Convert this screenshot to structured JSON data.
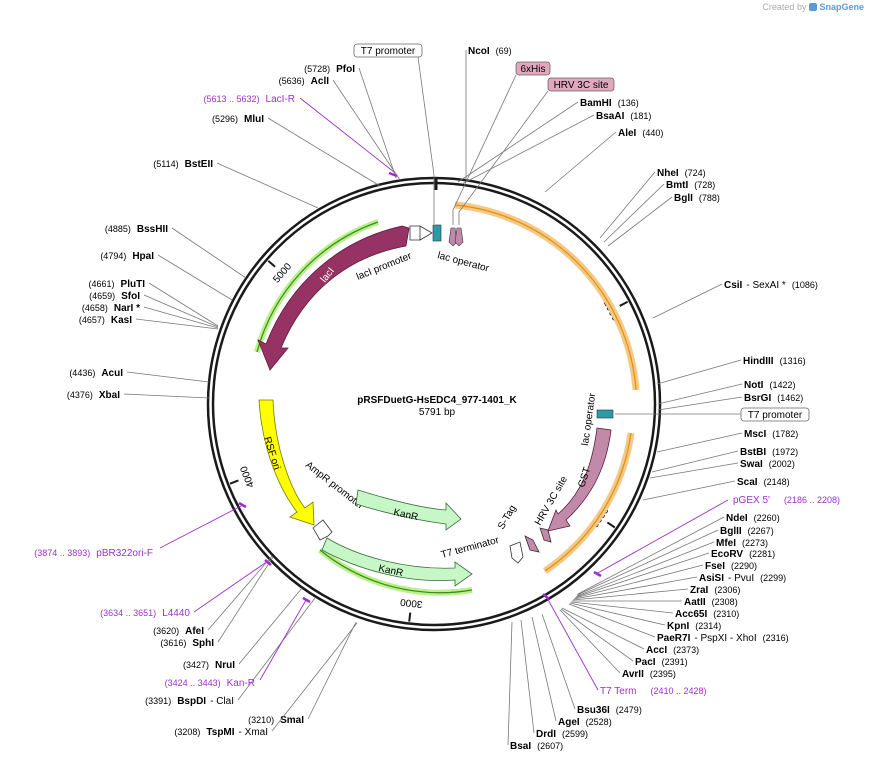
{
  "credit": {
    "prefix": "Created by",
    "brand": "SnapGene",
    "icon": "snapgene-logo-icon"
  },
  "plasmid": {
    "name": "pRSFDuetG-HsEDC4_977-1401_K",
    "length_label": "5791 bp",
    "total_bp": 5791
  },
  "ticks": [
    {
      "bp": 1000,
      "label": "1000"
    },
    {
      "bp": 2000,
      "label": "2000"
    },
    {
      "bp": 3000,
      "label": "3000"
    },
    {
      "bp": 4000,
      "label": "4000"
    },
    {
      "bp": 5000,
      "label": "5000"
    }
  ],
  "colors": {
    "lacI": "#963264",
    "GST": "#c08aa8",
    "KanR": "#c7f7c7",
    "AmpR_promoter": "#ffffff",
    "RSF_ori": "#ffff00",
    "highlight_orange": "#f3c98a",
    "highlight_green": "#7ed957",
    "primer": "#9b30c9",
    "backbone": "#1a1a1a"
  },
  "features": [
    {
      "id": "lacI",
      "label": "lacI"
    },
    {
      "id": "lacI_promoter",
      "label": "lacI promoter"
    },
    {
      "id": "lac_operator_1",
      "label": "lac operator"
    },
    {
      "id": "RSF_ori",
      "label": "RSF ori"
    },
    {
      "id": "AmpR_promoter",
      "label": "AmpR promoter"
    },
    {
      "id": "KanR_1",
      "label": "KanR"
    },
    {
      "id": "KanR_2",
      "label": "KanR"
    },
    {
      "id": "T7_terminator",
      "label": "T7 terminator"
    },
    {
      "id": "S_Tag",
      "label": "S-Tag"
    },
    {
      "id": "HRV_3C_site",
      "label": "HRV 3C site"
    },
    {
      "id": "GST",
      "label": "GST"
    },
    {
      "id": "lac_operator_2",
      "label": "lac operator"
    }
  ],
  "boxed_labels": {
    "T7_promoter_top": "T7 promoter",
    "sixxHis": "6xHis",
    "HRV_3C_site": "HRV 3C site",
    "T7_promoter_right": "T7 promoter"
  },
  "sites_right": [
    {
      "name": "NcoI",
      "pos": "(69)"
    },
    {
      "name": "BamHI",
      "pos": "(136)"
    },
    {
      "name": "BsaAI",
      "pos": "(181)"
    },
    {
      "name": "AleI",
      "pos": "(440)"
    },
    {
      "name": "NheI",
      "pos": "(724)"
    },
    {
      "name": "BmtI",
      "pos": "(728)"
    },
    {
      "name": "BglI",
      "pos": "(788)"
    },
    {
      "name": "CsiI",
      "extra": "-  SexAI *",
      "pos": "(1086)"
    },
    {
      "name": "HindIII",
      "pos": "(1316)"
    },
    {
      "name": "NotI",
      "pos": "(1422)"
    },
    {
      "name": "BsrGI",
      "pos": "(1462)"
    },
    {
      "name": "MscI",
      "pos": "(1782)"
    },
    {
      "name": "BstBI",
      "pos": "(1972)"
    },
    {
      "name": "SwaI",
      "pos": "(2002)"
    },
    {
      "name": "ScaI",
      "pos": "(2148)"
    },
    {
      "name": "NdeI",
      "pos": "(2260)"
    },
    {
      "name": "BglII",
      "pos": "(2267)"
    },
    {
      "name": "MfeI",
      "pos": "(2273)"
    },
    {
      "name": "EcoRV",
      "pos": "(2281)"
    },
    {
      "name": "FseI",
      "pos": "(2290)"
    },
    {
      "name": "AsiSI",
      "extra": "-  PvuI",
      "pos": "(2299)"
    },
    {
      "name": "ZraI",
      "pos": "(2306)"
    },
    {
      "name": "AatII",
      "pos": "(2308)"
    },
    {
      "name": "Acc65I",
      "pos": "(2310)"
    },
    {
      "name": "KpnI",
      "pos": "(2314)"
    },
    {
      "name": "PaeR7I",
      "extra": "-  PspXI  -  XhoI",
      "pos": "(2316)"
    },
    {
      "name": "AccI",
      "pos": "(2373)"
    },
    {
      "name": "PacI",
      "pos": "(2391)"
    },
    {
      "name": "AvrII",
      "pos": "(2395)"
    },
    {
      "name": "Bsu36I",
      "pos": "(2479)"
    },
    {
      "name": "AgeI",
      "pos": "(2528)"
    },
    {
      "name": "DrdI",
      "pos": "(2599)"
    },
    {
      "name": "BsaI",
      "pos": "(2607)"
    }
  ],
  "sites_left": [
    {
      "name": "PfoI",
      "pos": "(5728)"
    },
    {
      "name": "AclI",
      "pos": "(5636)"
    },
    {
      "name": "MluI",
      "pos": "(5296)"
    },
    {
      "name": "BstEII",
      "pos": "(5114)"
    },
    {
      "name": "BssHII",
      "pos": "(4885)"
    },
    {
      "name": "HpaI",
      "pos": "(4794)"
    },
    {
      "name": "PluTI",
      "pos": "(4661)"
    },
    {
      "name": "SfoI",
      "pos": "(4659)"
    },
    {
      "name": "NarI *",
      "pos": "(4658)"
    },
    {
      "name": "KasI",
      "pos": "(4657)"
    },
    {
      "name": "AcuI",
      "pos": "(4436)"
    },
    {
      "name": "XbaI",
      "pos": "(4376)"
    },
    {
      "name": "AfeI",
      "pos": "(3620)"
    },
    {
      "name": "SphI",
      "pos": "(3616)"
    },
    {
      "name": "NruI",
      "pos": "(3427)"
    },
    {
      "name": "BspDI",
      "extra": "-  ClaI",
      "pos": "(3391)"
    },
    {
      "name": "SmaI",
      "pos": "(3210)"
    },
    {
      "name": "TspMI",
      "extra": "-  XmaI",
      "pos": "(3208)"
    }
  ],
  "primers": [
    {
      "name": "LacI-R",
      "range": "(5613 .. 5632)"
    },
    {
      "name": "pGEX 5'",
      "range": "(2186 .. 2208)"
    },
    {
      "name": "T7 Term",
      "range": "(2410 .. 2428)"
    },
    {
      "name": "pBR322ori-F",
      "range": "(3874 .. 3893)"
    },
    {
      "name": "L4440",
      "range": "(3634 .. 3651)"
    },
    {
      "name": "Kan-R",
      "range": "(3424 .. 3443)"
    }
  ]
}
